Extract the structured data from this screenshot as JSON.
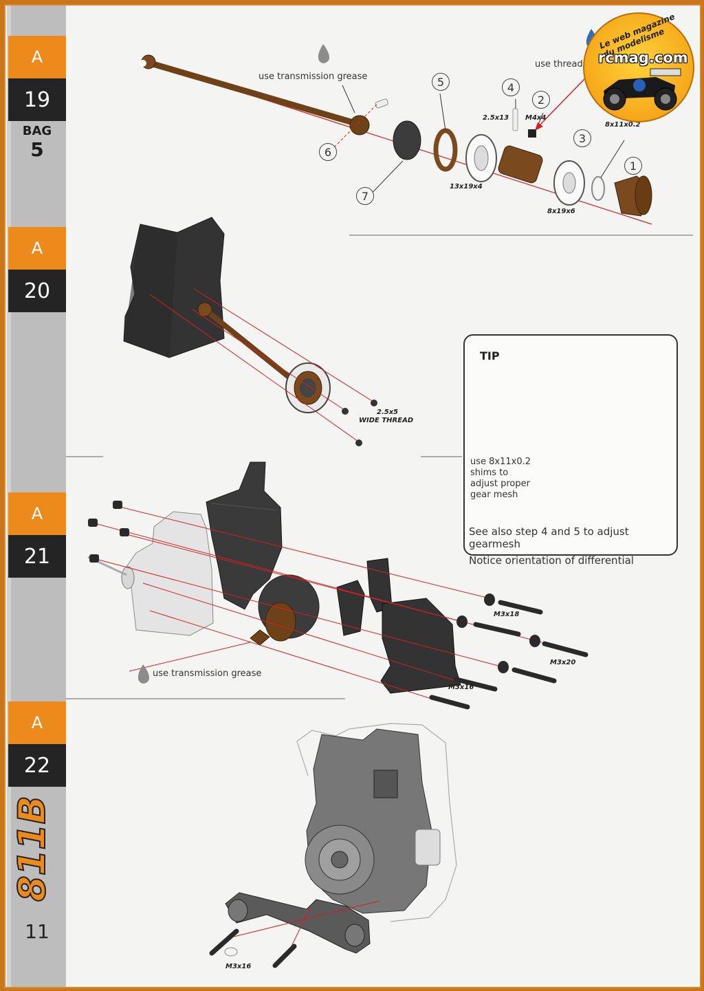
{
  "sidebar": {
    "steps": [
      {
        "letter": "A",
        "number": "19"
      },
      {
        "letter": "A",
        "number": "20"
      },
      {
        "letter": "A",
        "number": "21"
      },
      {
        "letter": "A",
        "number": "22"
      }
    ],
    "bag_label": "BAG",
    "bag_number": "5",
    "page_number": "11",
    "logo_text": "811B e"
  },
  "step19": {
    "grease_note": "use transmission grease",
    "thread_note": "use threadlo",
    "callouts": [
      "1",
      "2",
      "3",
      "4",
      "5",
      "6",
      "7"
    ],
    "parts": {
      "pin": "2.5x13",
      "setscrew": "M4x4",
      "shim": "8x11x0.2",
      "bearing_large": "13x19x4",
      "bearing_small": "8x19x6"
    }
  },
  "step20": {
    "screw_label": "2.5x5",
    "screw_note": "WIDE THREAD"
  },
  "tip": {
    "title": "TIP",
    "shim_note": "use 8x11x0.2 shims to adjust proper gear mesh",
    "step_note": "See also step 4 and 5 to adjust gearmesh",
    "notice": "Notice orientation of differential"
  },
  "step21": {
    "screws": [
      "M3x18",
      "M3x20",
      "M3x16"
    ],
    "grease_note": "use transmission grease"
  },
  "step22": {
    "screw": "M3x16"
  },
  "watermark": {
    "tagline": "Le web magazine du modelisme",
    "site": "rcmag.com"
  },
  "colors": {
    "accent": "#ec8a1c",
    "dark": "#242424",
    "sidebar": "#bdbdbd",
    "bronze": "#7a4a1e",
    "red_line": "#d42020"
  }
}
